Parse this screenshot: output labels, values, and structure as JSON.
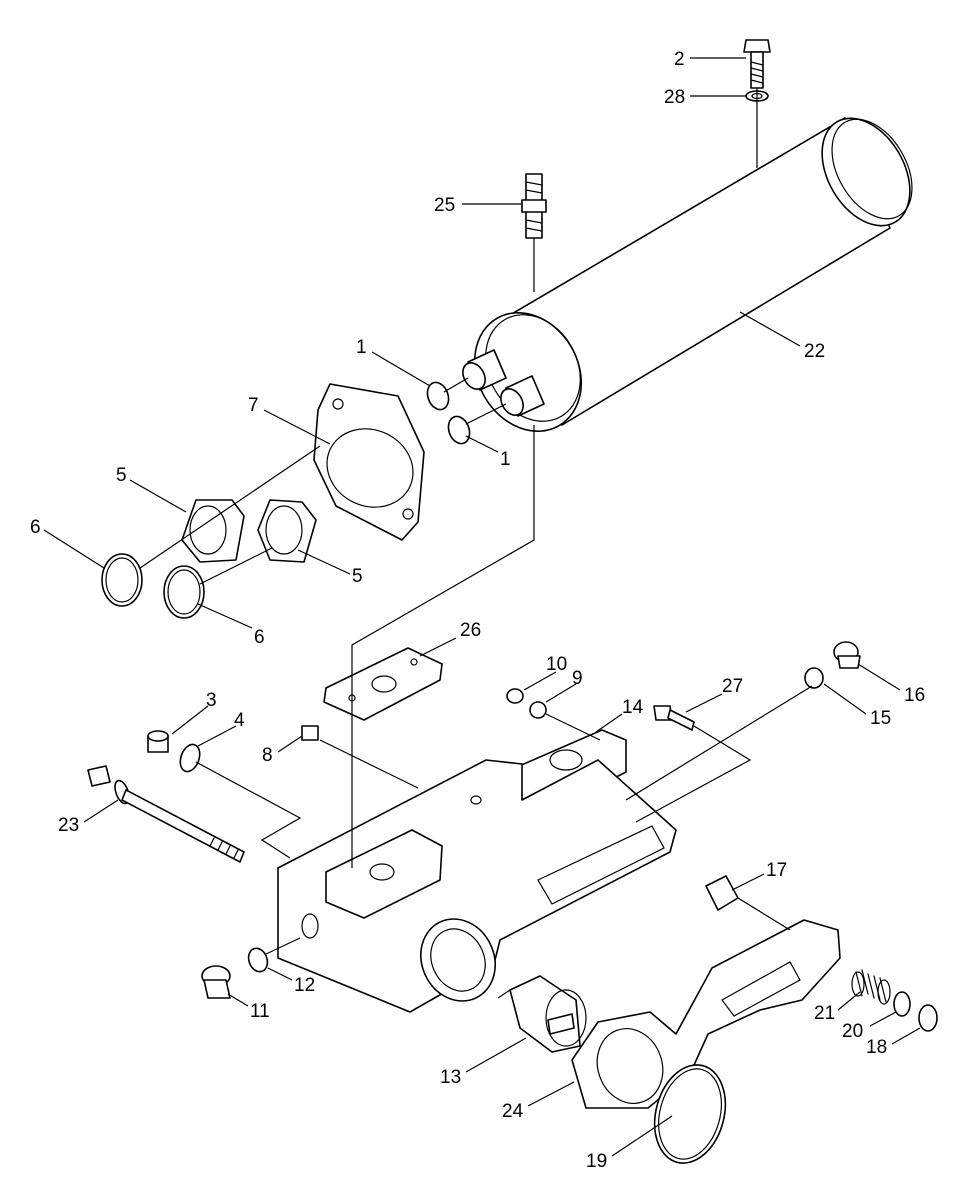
{
  "callouts": [
    {
      "id": "c2",
      "label": "2"
    },
    {
      "id": "c28",
      "label": "28"
    },
    {
      "id": "c25",
      "label": "25"
    },
    {
      "id": "c22",
      "label": "22"
    },
    {
      "id": "c1a",
      "label": "1"
    },
    {
      "id": "c1b",
      "label": "1"
    },
    {
      "id": "c7",
      "label": "7"
    },
    {
      "id": "c5a",
      "label": "5"
    },
    {
      "id": "c5b",
      "label": "5"
    },
    {
      "id": "c6a",
      "label": "6"
    },
    {
      "id": "c6b",
      "label": "6"
    },
    {
      "id": "c26",
      "label": "26"
    },
    {
      "id": "c10",
      "label": "10"
    },
    {
      "id": "c9",
      "label": "9"
    },
    {
      "id": "c27",
      "label": "27"
    },
    {
      "id": "c14",
      "label": "14"
    },
    {
      "id": "c16",
      "label": "16"
    },
    {
      "id": "c15",
      "label": "15"
    },
    {
      "id": "c3",
      "label": "3"
    },
    {
      "id": "c4",
      "label": "4"
    },
    {
      "id": "c8",
      "label": "8"
    },
    {
      "id": "c23",
      "label": "23"
    },
    {
      "id": "c17",
      "label": "17"
    },
    {
      "id": "c12",
      "label": "12"
    },
    {
      "id": "c11",
      "label": "11"
    },
    {
      "id": "c21",
      "label": "21"
    },
    {
      "id": "c20",
      "label": "20"
    },
    {
      "id": "c18",
      "label": "18"
    },
    {
      "id": "c13",
      "label": "13"
    },
    {
      "id": "c24",
      "label": "24"
    },
    {
      "id": "c19",
      "label": "19"
    }
  ]
}
